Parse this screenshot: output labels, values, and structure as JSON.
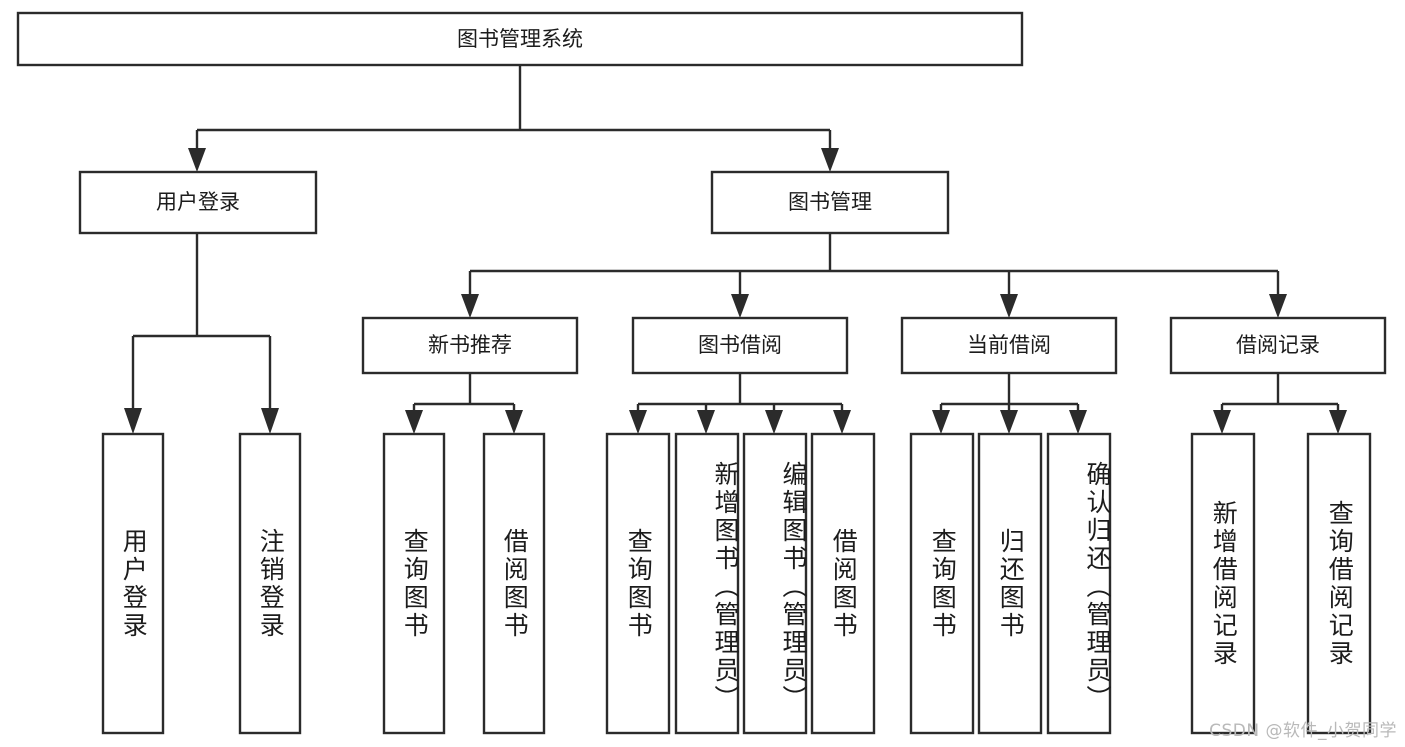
{
  "diagram": {
    "type": "hierarchy-tree",
    "title": "图书管理系统",
    "colors": {
      "background": "#ffffff",
      "box_stroke": "#2b2b2b",
      "box_fill": "#ffffff",
      "text": "#1c1c1c",
      "watermark": "#b9b9b9"
    },
    "levels": {
      "root": {
        "label": "图书管理系统",
        "orientation": "horizontal"
      },
      "level2": [
        {
          "label": "用户登录",
          "orientation": "horizontal"
        },
        {
          "label": "图书管理",
          "orientation": "horizontal"
        }
      ],
      "level3": [
        {
          "label": "新书推荐",
          "orientation": "horizontal",
          "parent": "图书管理"
        },
        {
          "label": "图书借阅",
          "orientation": "horizontal",
          "parent": "图书管理"
        },
        {
          "label": "当前借阅",
          "orientation": "horizontal",
          "parent": "图书管理"
        },
        {
          "label": "借阅记录",
          "orientation": "horizontal",
          "parent": "图书管理"
        }
      ],
      "leaves": [
        {
          "label": "用户登录",
          "orientation": "vertical",
          "parent": "用户登录"
        },
        {
          "label": "注销登录",
          "orientation": "vertical",
          "parent": "用户登录"
        },
        {
          "label": "查询图书",
          "orientation": "vertical",
          "parent": "新书推荐"
        },
        {
          "label": "借阅图书",
          "orientation": "vertical",
          "parent": "新书推荐"
        },
        {
          "label": "查询图书",
          "orientation": "vertical",
          "parent": "图书借阅"
        },
        {
          "label": "新增图书（管理员）",
          "orientation": "vertical",
          "parent": "图书借阅"
        },
        {
          "label": "编辑图书（管理员）",
          "orientation": "vertical",
          "parent": "图书借阅"
        },
        {
          "label": "借阅图书",
          "orientation": "vertical",
          "parent": "图书借阅"
        },
        {
          "label": "查询图书",
          "orientation": "vertical",
          "parent": "当前借阅"
        },
        {
          "label": "归还图书",
          "orientation": "vertical",
          "parent": "当前借阅"
        },
        {
          "label": "确认归还（管理员）",
          "orientation": "vertical",
          "parent": "当前借阅"
        },
        {
          "label": "新增借阅记录",
          "orientation": "vertical",
          "parent": "借阅记录"
        },
        {
          "label": "查询借阅记录",
          "orientation": "vertical",
          "parent": "借阅记录"
        }
      ]
    },
    "watermark": "CSDN @软件_小贺同学"
  }
}
